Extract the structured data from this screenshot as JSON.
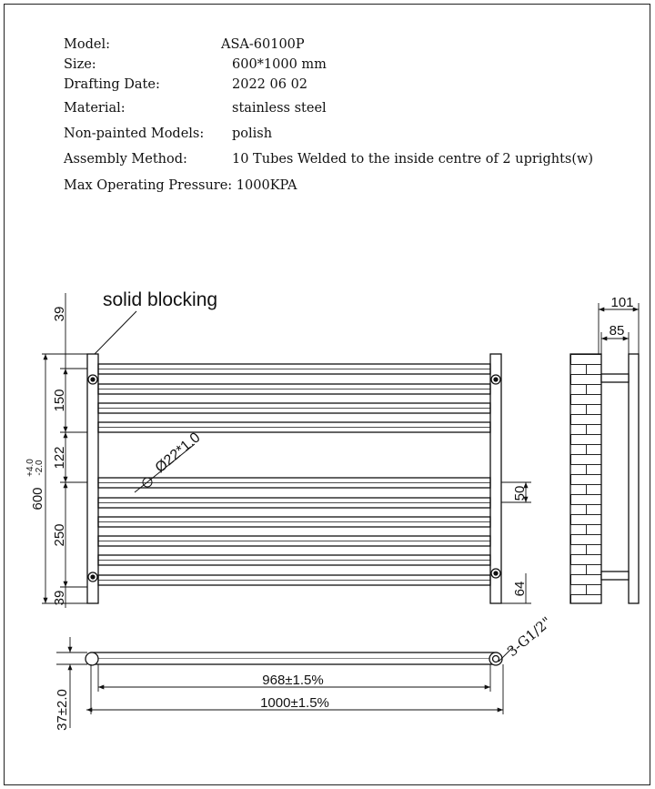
{
  "specs": {
    "model_label": "Model:",
    "model_value": "ASA-60100P",
    "size_label": "Size:",
    "size_value": "600*1000 mm",
    "drafting_label": "Drafting Date:",
    "drafting_value": "2022 06 02",
    "material_label": "Material:",
    "material_value": "stainless steel",
    "nonpainted_label": "Non-painted Models:",
    "nonpainted_value": "polish",
    "assembly_label": "Assembly Method:",
    "assembly_value": "10 Tubes Welded to the inside centre of 2 uprights(w)",
    "pressure_text": "Max Operating Pressure: 1000KPA"
  },
  "drawing": {
    "solid_blocking": "solid blocking",
    "tube_callout": "Ø22*1.0",
    "thread_callout": "3-G1/2\"",
    "dims": {
      "top_39": "39",
      "d150": "150",
      "d122": "122",
      "d250": "250",
      "bottom_39": "39",
      "height": "600",
      "height_tol_plus": "+4.0",
      "height_tol_minus": "-2.0",
      "d50": "50",
      "d64": "64",
      "d101": "101",
      "d85": "85",
      "d968": "968±1.5%",
      "d1000": "1000±1.5%",
      "d37": "37±2.0"
    }
  }
}
